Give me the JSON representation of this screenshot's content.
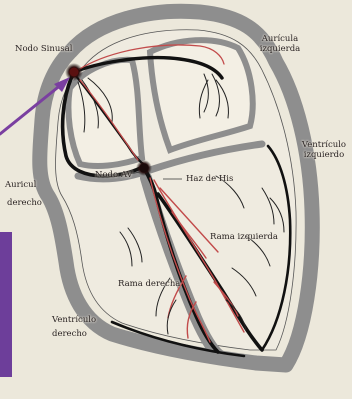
{
  "labels": {
    "nodo_sinusal": "Nodo Sinusal",
    "auricula_izquierda_1": "Aurícula",
    "auricula_izquierda_2": "izquierda",
    "ventriculo_izquierdo_1": "Ventrículo",
    "ventriculo_izquierdo_2": "izquierdo",
    "auricula_derecha_1": "Auricul",
    "auricula_derecha_2": "derecho",
    "nodo_av": "Nodo AV",
    "haz_de_his": "Haz de His",
    "rama_izquierda": "Rama izquierda",
    "rama_derecha": "Rama derecha",
    "ventriculo_derecho_1": "Ventrículo",
    "ventriculo_derecho_2": "derecho"
  },
  "colors": {
    "background": "#ece8db",
    "heart_wall": "#8e8e8e",
    "conduction_black": "#111111",
    "conduction_red": "#c24b4b",
    "pointer_arrow": "#7a3fa0",
    "side_bar": "#6d3e9a"
  }
}
